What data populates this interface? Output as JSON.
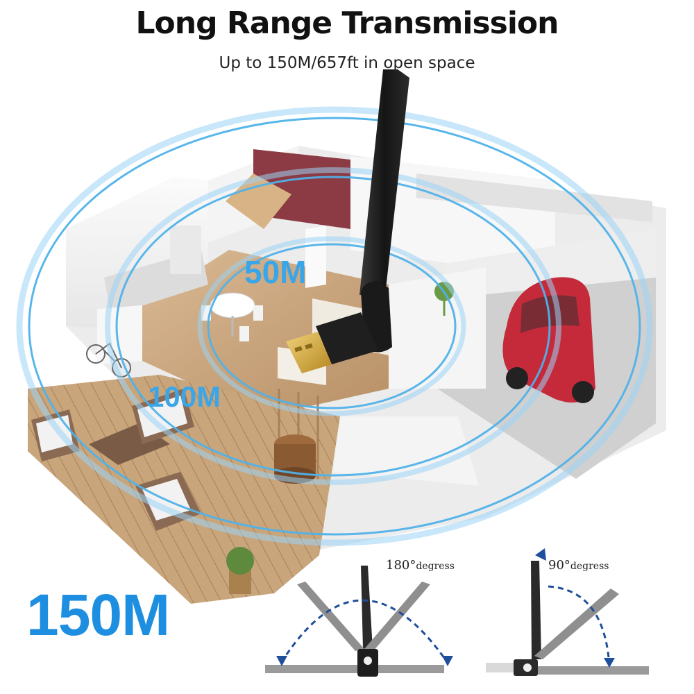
{
  "header": {
    "title": "Long Range Transmission",
    "subtitle": "Up to 150M/657ft in open space"
  },
  "ranges": {
    "near": "50M",
    "mid": "100M",
    "far": "150M"
  },
  "rotation": {
    "left_value": "180°",
    "left_unit": "degress",
    "right_value": "90°",
    "right_unit": "degress"
  },
  "colors": {
    "ring": "#3aa6e8",
    "range_text": "#3aa6e8",
    "big_range_text": "#1e8fe0",
    "antenna": "#1b1b1b",
    "connector": "#d4a72c",
    "arrow": "#1f4e9a"
  }
}
